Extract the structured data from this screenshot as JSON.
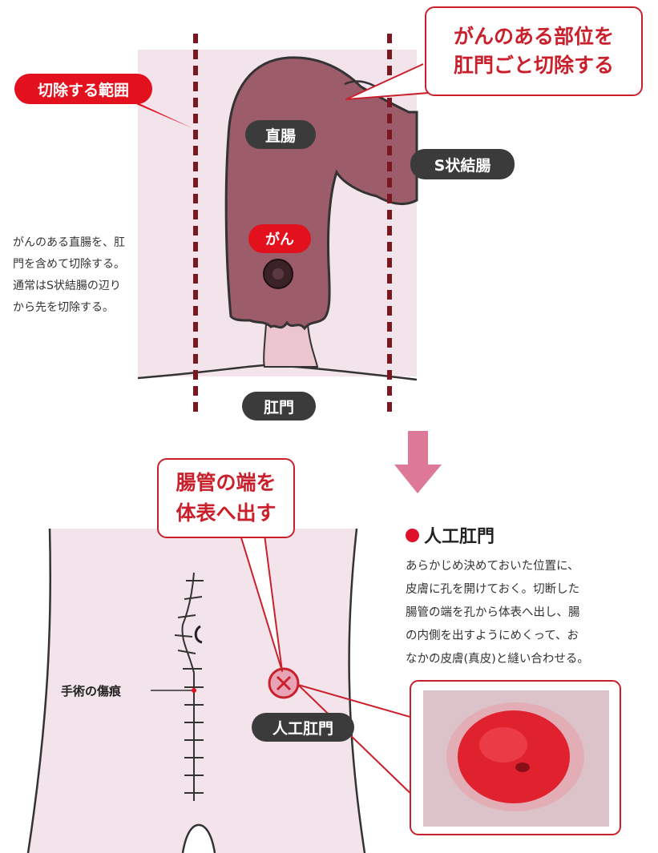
{
  "top": {
    "labels": {
      "cut_range": "切除する範囲",
      "rectum": "直腸",
      "sigmoid": "S状結腸",
      "cancer": "がん",
      "anus": "肛門"
    },
    "callout": [
      "がんのある部位を",
      "肛門ごと切除する"
    ],
    "description": [
      "がんのある直腸を、肛",
      "門を含めて切除する。",
      "通常はS状結腸の辺り",
      "から先を切除する。"
    ]
  },
  "bottom": {
    "callout": [
      "腸管の端を",
      "体表へ出す"
    ],
    "stoma_label": "人工肛門",
    "scar_label": "手術の傷痕",
    "heading": "人工肛門",
    "description": [
      "あらかじめ決めておいた位置に、",
      "皮膚に孔を開けておく。切断した",
      "腸管の端を孔から体表へ出し、腸",
      "の内側を出すようにめくって、お",
      "なかの皮膚(真皮)と縫い合わせる。"
    ]
  },
  "colors": {
    "accent_red": "#e3101d",
    "callout_red": "#c9202c",
    "dark_label": "#3b3b3b",
    "organ": "#9c5c6a",
    "skin": "#f3e3ea",
    "arrow_pink": "#dd7896"
  }
}
